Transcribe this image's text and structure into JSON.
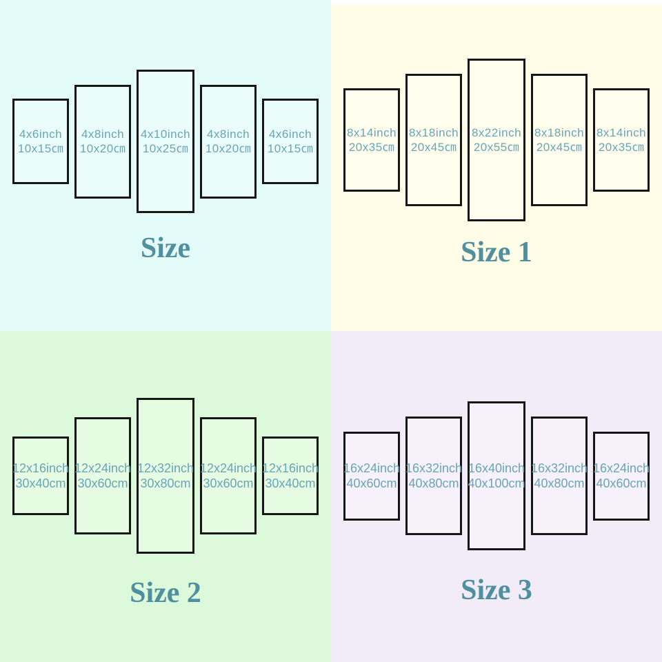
{
  "colors": {
    "q1_background": "#e3fcfa",
    "q2_background": "#fffde7",
    "q3_background": "#dcfadb",
    "q4_background": "#f1ecf7",
    "panel_border": "#161616",
    "label_text": "#68a5b5",
    "title_text": "#4f8f9e",
    "top_strip": "#ffffff"
  },
  "quadrants": [
    {
      "title": "Size",
      "panels": [
        {
          "inch": "4x6inch",
          "cm": "10x15㎝"
        },
        {
          "inch": "4x8inch",
          "cm": "10x20㎝"
        },
        {
          "inch": "4x10inch",
          "cm": "10x25㎝"
        },
        {
          "inch": "4x8inch",
          "cm": "10x20㎝"
        },
        {
          "inch": "4x6inch",
          "cm": "10x15㎝"
        }
      ]
    },
    {
      "title": "Size 1",
      "panels": [
        {
          "inch": "8x14inch",
          "cm": "20x35㎝"
        },
        {
          "inch": "8x18inch",
          "cm": "20x45㎝"
        },
        {
          "inch": "8x22inch",
          "cm": "20x55㎝"
        },
        {
          "inch": "8x18inch",
          "cm": "20x45㎝"
        },
        {
          "inch": "8x14inch",
          "cm": "20x35㎝"
        }
      ]
    },
    {
      "title": "Size 2",
      "panels": [
        {
          "inch": "12x16inch",
          "cm": "30x40cm"
        },
        {
          "inch": "12x24inch",
          "cm": "30x60cm"
        },
        {
          "inch": "12x32inch",
          "cm": "30x80cm"
        },
        {
          "inch": "12x24inch",
          "cm": "30x60cm"
        },
        {
          "inch": "12x16inch",
          "cm": "30x40cm"
        }
      ]
    },
    {
      "title": "Size 3",
      "panels": [
        {
          "inch": "16x24inch",
          "cm": "40x60cm"
        },
        {
          "inch": "16x32inch",
          "cm": "40x80cm"
        },
        {
          "inch": "16x40inch",
          "cm": "40x100cm"
        },
        {
          "inch": "16x32inch",
          "cm": "40x80cm"
        },
        {
          "inch": "16x24inch",
          "cm": "40x60cm"
        }
      ]
    }
  ]
}
